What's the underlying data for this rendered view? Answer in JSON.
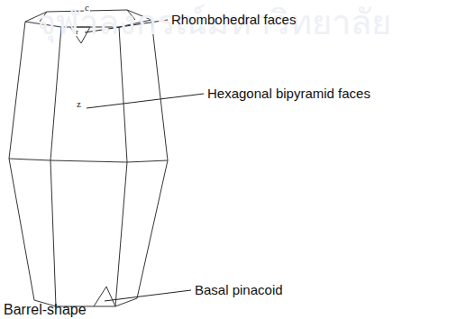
{
  "diagram": {
    "labels": [
      "จุฬาลงกรณ์มหาวิทยาลัย",
      "c",
      "r",
      "z",
      "Rhombohedral faces",
      "Hexagonal bipyramid faces",
      "Basal pinacoid",
      "Barrel-shape"
    ]
  }
}
